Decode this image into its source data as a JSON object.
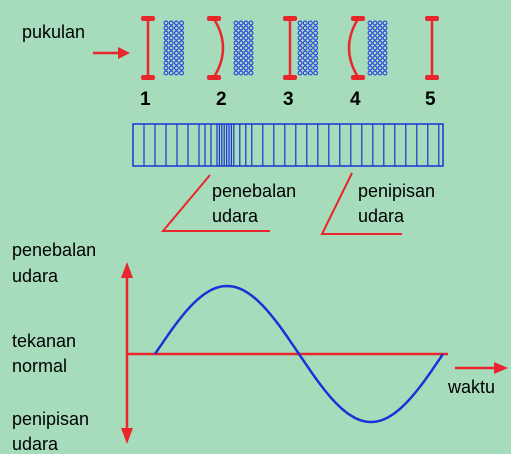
{
  "labels": {
    "pukulan": "pukulan",
    "n1": "1",
    "n2": "2",
    "n3": "3",
    "n4": "4",
    "n5": "5",
    "compression_1": "penebalan",
    "compression_2": "udara",
    "rarefaction_1": "penipisan",
    "rarefaction_2": "udara",
    "yaxis_top_1": "penebalan",
    "yaxis_top_2": "udara",
    "yaxis_mid_1": "tekanan",
    "yaxis_mid_2": "normal",
    "yaxis_bottom_1": "penipisan",
    "yaxis_bottom_2": "udara",
    "xaxis": "waktu"
  },
  "colors": {
    "background": "#a6dcbb",
    "red": "#e8262b",
    "blue": "#1a33d6",
    "dots": "#2a3fe0"
  }
}
